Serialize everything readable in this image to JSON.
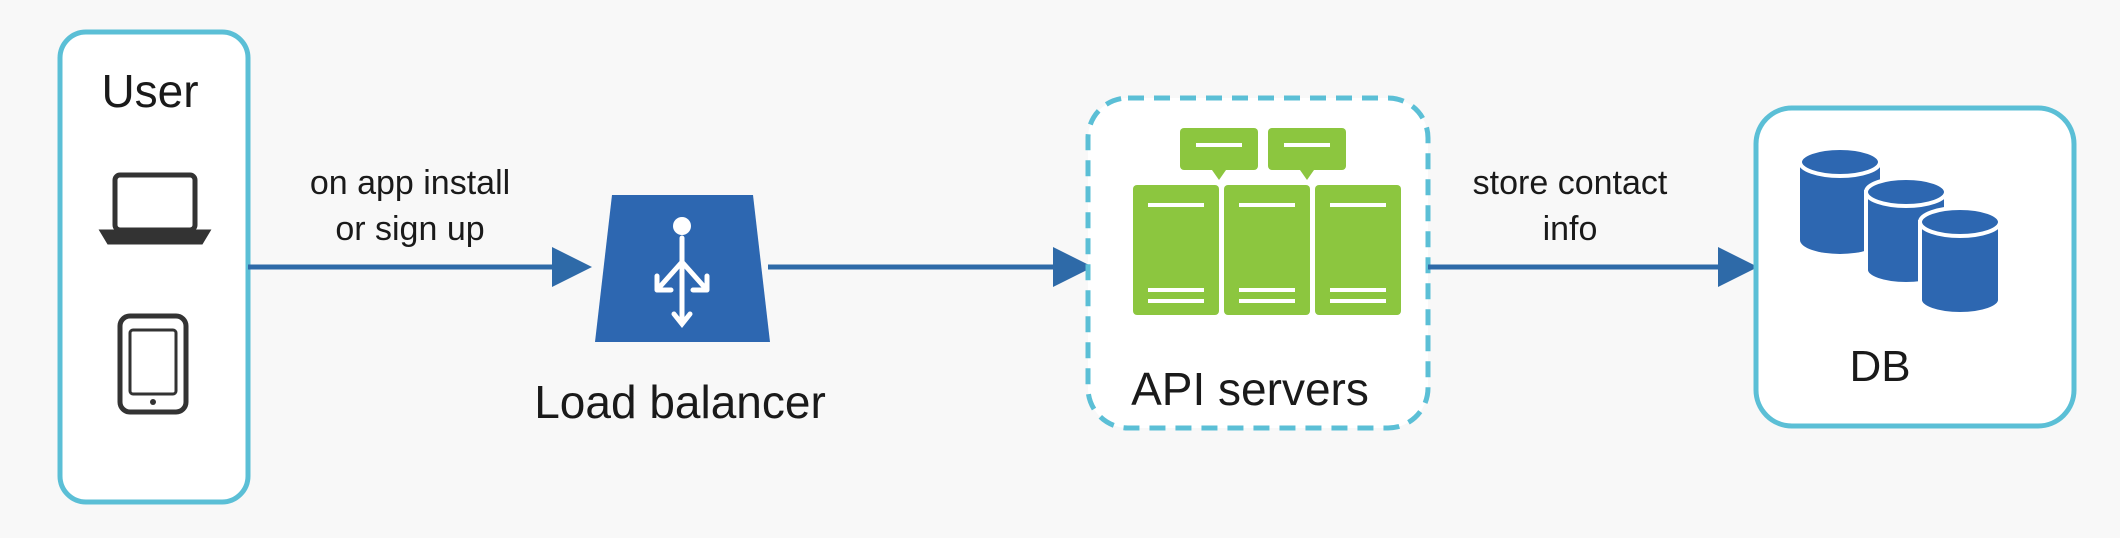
{
  "nodes": {
    "user": {
      "label": "User"
    },
    "load_balancer": {
      "label": "Load balancer"
    },
    "api_servers": {
      "label": "API servers"
    },
    "db": {
      "label": "DB"
    }
  },
  "edges": {
    "user_to_lb": {
      "line1": "on app install",
      "line2": "or sign up"
    },
    "lb_to_api": {},
    "api_to_db": {
      "line1": "store contact",
      "line2": "info"
    }
  },
  "colors": {
    "box_border": "#5bbfd6",
    "arrow": "#2e6aa8",
    "lb_fill": "#2d67b1",
    "server_fill": "#8cc63f",
    "db_fill": "#2d67b1",
    "device_stroke": "#333333",
    "background": "#f8f8f8"
  },
  "icons": [
    "laptop-icon",
    "tablet-icon",
    "load-balancer-icon",
    "server-stack-icon",
    "database-icon"
  ]
}
